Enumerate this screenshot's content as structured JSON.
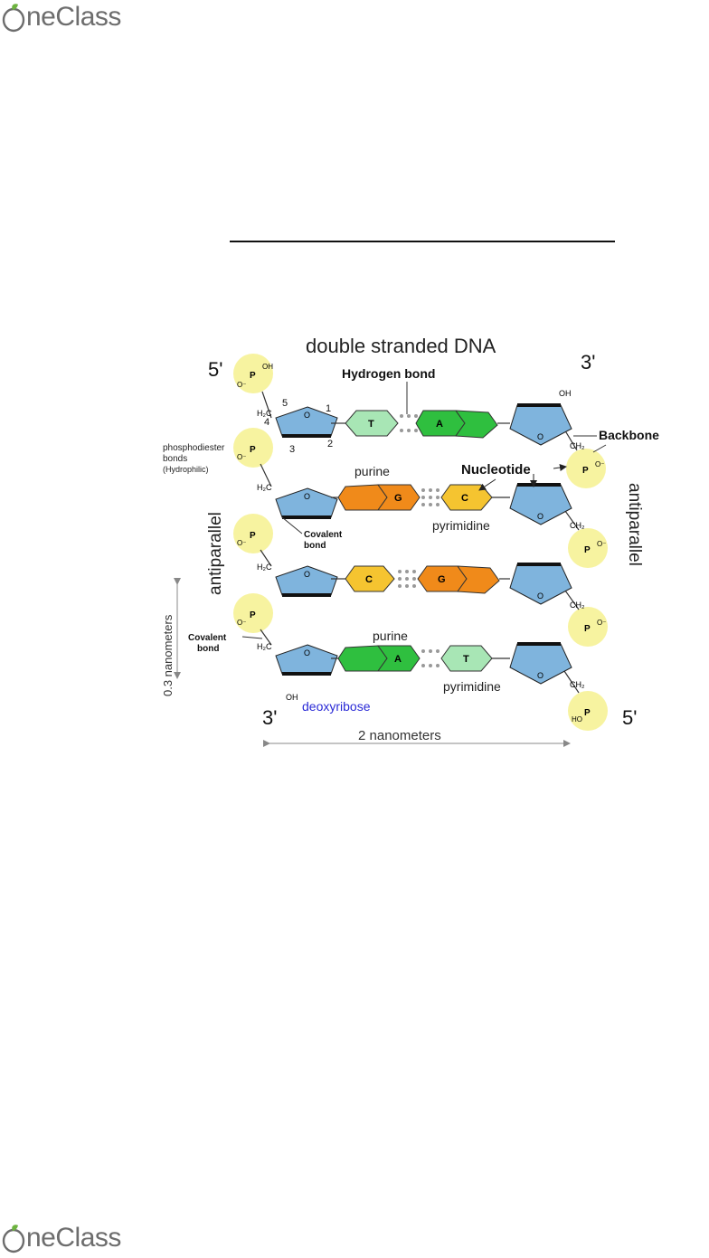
{
  "header": {
    "logo_letter": "O",
    "logo_rest": "neClass"
  },
  "footer": {
    "logo_letter": "O",
    "logo_rest": "neClass"
  },
  "colors": {
    "phosphate": "#f7f3a0",
    "sugar": "#7fb4dd",
    "purine": "#f08a1a",
    "pyrimidine_c": "#f5c430",
    "adenine": "#2fbf3f",
    "thymine": "#a8e6b5",
    "caption_blue": "#2a2ad6"
  },
  "diagram": {
    "title": "double stranded DNA",
    "hydrogen_bond": "Hydrogen bond",
    "backbone": "Backbone",
    "nucleotide": "Nucleotide",
    "phosphodiester": "phosphodiester",
    "bonds": "bonds",
    "hydrophilic": "(Hydrophilic)",
    "antiparallel_left": "antiparallel",
    "antiparallel_right": "antiparallel",
    "purine_1": "purine",
    "purine_2": "purine",
    "pyrimidine_1": "pyrimidine",
    "pyrimidine_2": "pyrimidine",
    "covalent": "Covalent",
    "bond": "bond",
    "covalent_2": "Covalent",
    "bond_2": "bond",
    "deoxyribose": "deoxyribose",
    "width_measure": "2 nanometers",
    "height_measure": "0.3 nanometers",
    "five_prime_top": "5'",
    "three_prime_top": "3'",
    "three_prime_bottom": "3'",
    "five_prime_bottom": "5'",
    "oh_top": "OH",
    "oh_bottom": "OH",
    "h2c": "H₂C",
    "ch2": "CH₂",
    "phosphorus": "P",
    "oxygen": "O",
    "o_minus": "O⁻",
    "ho": "HO",
    "carbon_numbers": [
      "5",
      "4",
      "1",
      "3",
      "2"
    ],
    "base_pairs": [
      {
        "left": "T",
        "right": "A"
      },
      {
        "left": "G",
        "right": "C"
      },
      {
        "left": "C",
        "right": "G"
      },
      {
        "left": "A",
        "right": "T"
      }
    ]
  }
}
